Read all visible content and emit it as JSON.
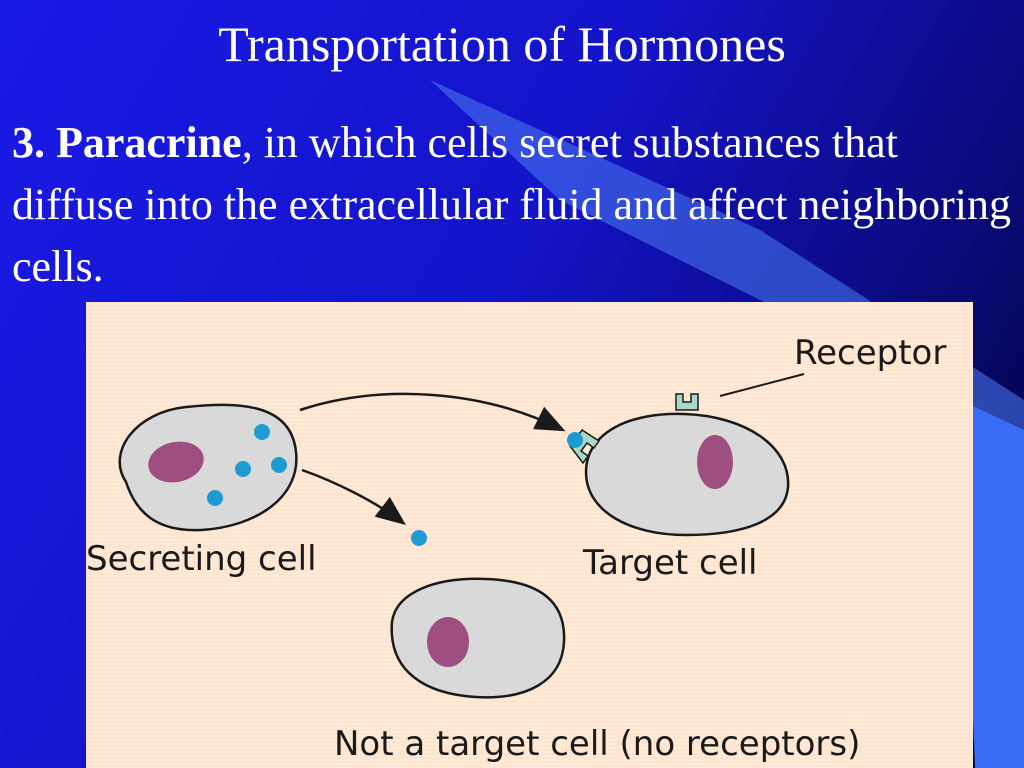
{
  "slide": {
    "title": "Transportation of Hormones",
    "point_number": "3. Paracrine",
    "point_text": ", in which cells secret substances that diffuse into the extracellular fluid and affect neighboring cells."
  },
  "diagram": {
    "labels": {
      "receptor": "Receptor",
      "secreting_cell": "Secreting cell",
      "target_cell": "Target cell",
      "non_target_cell": "Not a target cell (no receptors)"
    }
  },
  "colors": {
    "background_blue": "#1414c8",
    "figure_bg": "#fde5cf",
    "cell_fill": "#d9d9d9",
    "nucleus": "#9e4f7f",
    "molecule": "#1e9bd2",
    "receptor": "#a8d8c8"
  }
}
